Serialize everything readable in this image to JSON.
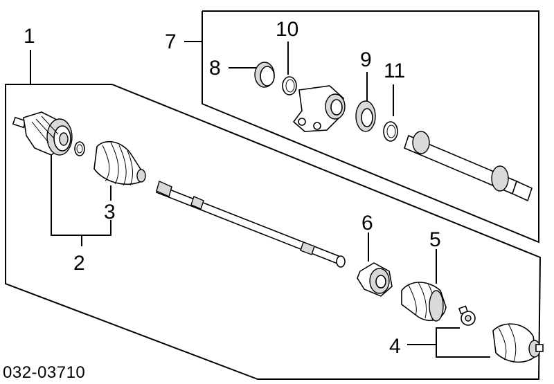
{
  "diagram": {
    "callouts": {
      "c1": "1",
      "c2": "2",
      "c3": "3",
      "c4": "4",
      "c5": "5",
      "c6": "6",
      "c7": "7",
      "c8": "8",
      "c9": "9",
      "c10": "10",
      "c11": "11"
    },
    "part_code": "032-03710"
  }
}
